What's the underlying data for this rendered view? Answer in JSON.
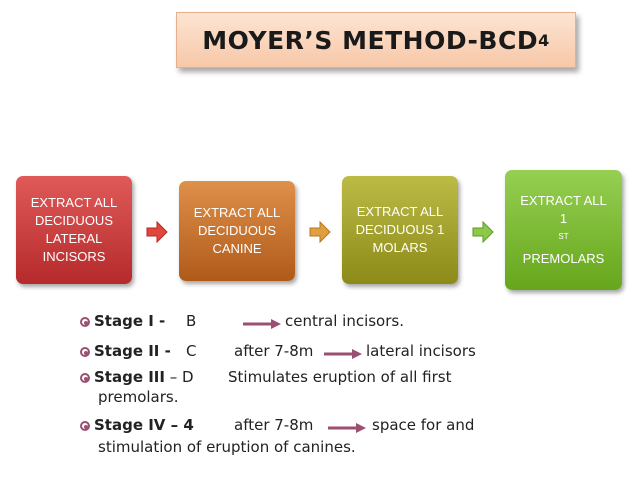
{
  "title": {
    "main": "MOYER’S METHOD-BCD",
    "sub": "4"
  },
  "steps": [
    {
      "label": "EXTRACT ALL DECIDUOUS LATERAL INCISORS",
      "color": "#c83b3b"
    },
    {
      "label": "EXTRACT ALL DECIDUOUS CANINE",
      "color": "#c8752f"
    },
    {
      "label": "EXTRACT ALL DECIDUOUS 1 MOLARS",
      "color": "#a4a22c"
    },
    {
      "line1": "EXTRACT ALL",
      "line2_num": "1",
      "line2_sup": "ST",
      "line3": "PREMOLARS",
      "color": "#7ebd36"
    }
  ],
  "arrow_color": "#e0483e",
  "stages": {
    "s1": {
      "label": "Stage I -",
      "code": "B",
      "result": "central incisors."
    },
    "s2": {
      "label": "Stage II -",
      "code": "C",
      "timing": "after 7-8m",
      "result": "lateral incisors"
    },
    "s3": {
      "label": "Stage III",
      "dash": "– D",
      "text": "Stimulates eruption of all first",
      "cont": "premolars."
    },
    "s4": {
      "label": "Stage IV – 4",
      "timing": "after 7-8m",
      "result": "space for and",
      "cont": "stimulation of eruption of canines."
    }
  },
  "accent_color": "#9b4f72"
}
